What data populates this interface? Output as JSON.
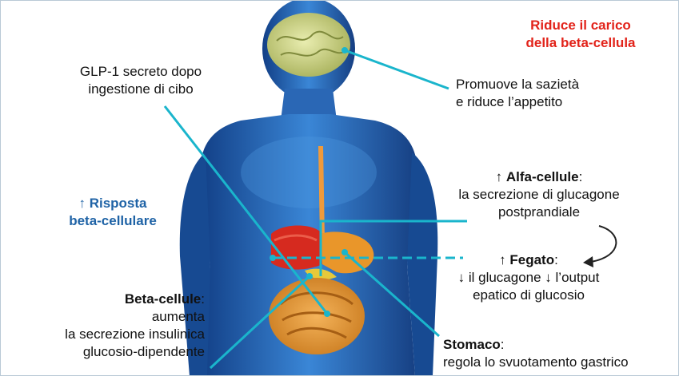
{
  "labels": {
    "beta_load": {
      "line1": "Riduce il carico",
      "line2": "della beta-cellula"
    },
    "satiety": {
      "line1": "Promuove la sazietà",
      "line2": "e riduce l’appetito"
    },
    "glp1": {
      "line1": "GLP-1 secreto dopo",
      "line2": "ingestione di cibo"
    },
    "beta_response": {
      "line1": "↑ Risposta",
      "line2": "beta-cellulare"
    },
    "alpha": {
      "arrow": "↑ ",
      "title": "Alfa-cellule",
      "colon": ":",
      "line2": "la secrezione di glucagone",
      "line3": "postprandiale"
    },
    "liver": {
      "arrow": "↑ ",
      "title": "Fegato",
      "colon": ":",
      "line2": "↓ il glucagone ↓ l’output",
      "line3": "epatico di glucosio"
    },
    "beta_cells": {
      "title": "Beta-cellule",
      "colon": ":",
      "line2": "aumenta",
      "line3": "la secrezione insulinica",
      "line4": "glucosio-dipendente"
    },
    "stomach": {
      "title": "Stomaco",
      "colon": ":",
      "line2": "regola lo svuotamento gastrico"
    }
  },
  "colors": {
    "connector": "#1ab5cc",
    "highlight_red": "#e2231a",
    "highlight_blue": "#1f63a6",
    "body_blue": "#2d72c4"
  }
}
